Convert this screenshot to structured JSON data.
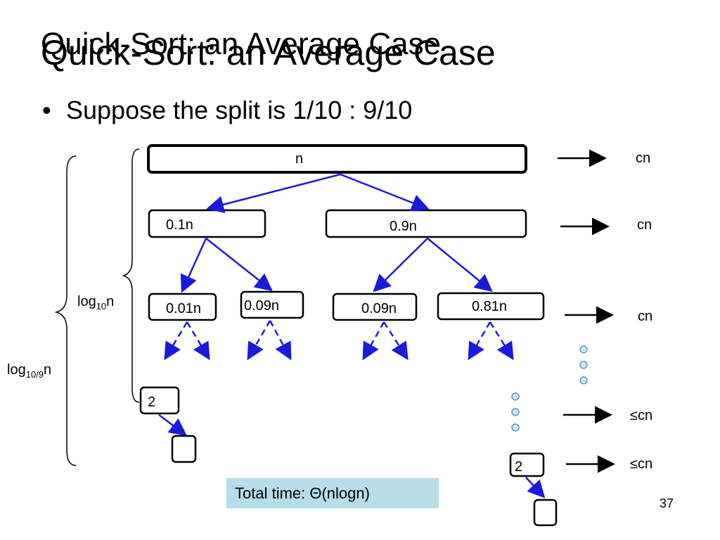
{
  "title": "Quick-Sort: an Average Case",
  "title_overlay": "Quick-Sort: an Average Case",
  "bullet": "Suppose the split is 1/10 : 9/10",
  "boxes": {
    "root": "n",
    "left": "0.1n",
    "right": "0.9n",
    "ll": "0.01n",
    "lr": "0.09n",
    "rl": "0.09n",
    "rr": "0.81n",
    "leaf_left": "2",
    "leaf_right": "2"
  },
  "costs": [
    "cn",
    "cn",
    "cn",
    "≤cn",
    "≤cn"
  ],
  "depth_labels": {
    "short": {
      "base": "log",
      "sub": "10",
      "tail": "n"
    },
    "long": {
      "base": "log",
      "sub": "10/9",
      "tail": "n"
    }
  },
  "total_label": "Total time: Θ(nlogn)",
  "page_number": "37",
  "colors": {
    "arrow": "#1a1adb",
    "box_stroke": "#000000",
    "dot_fill": "#cce8ee",
    "dot_stroke": "#4a8aa0",
    "total_bg": "#b7dde8"
  }
}
